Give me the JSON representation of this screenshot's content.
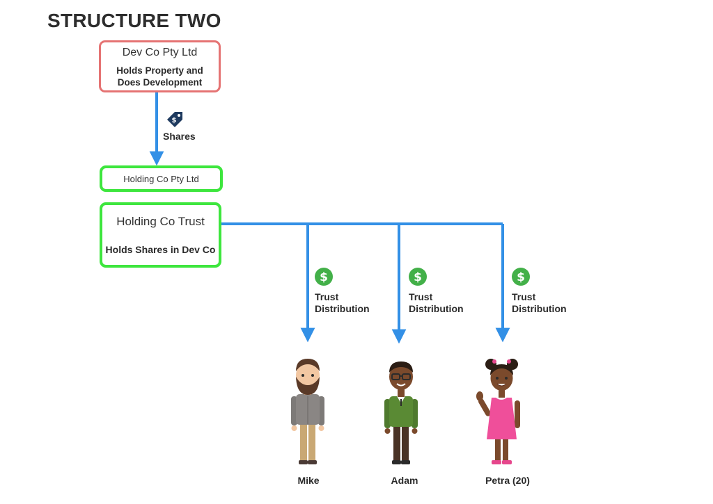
{
  "title": "STRUCTURE TWO",
  "dev_co": {
    "name": "Dev Co Pty Ltd",
    "desc_line1": "Holds Property and",
    "desc_line2": "Does Development"
  },
  "shares_label": "Shares",
  "holding_co": {
    "name": "Holding Co Pty Ltd"
  },
  "holding_trust": {
    "name": "Holding Co Trust",
    "desc": "Holds Shares in Dev Co"
  },
  "distributions": [
    {
      "line1": "Trust",
      "line2": "Distribution"
    },
    {
      "line1": "Trust",
      "line2": "Distribution"
    },
    {
      "line1": "Trust",
      "line2": "Distribution"
    }
  ],
  "beneficiaries": [
    {
      "name": "Mike"
    },
    {
      "name": "Adam"
    },
    {
      "name": "Petra (20)"
    }
  ],
  "colors": {
    "arrow": "#3390e6",
    "dev_border": "#e57373",
    "holding_border": "#3ee63e",
    "dollar": "#43b049",
    "tag": "#1e3a5f"
  },
  "icons": [
    "price-tag-icon",
    "dollar-icon"
  ]
}
